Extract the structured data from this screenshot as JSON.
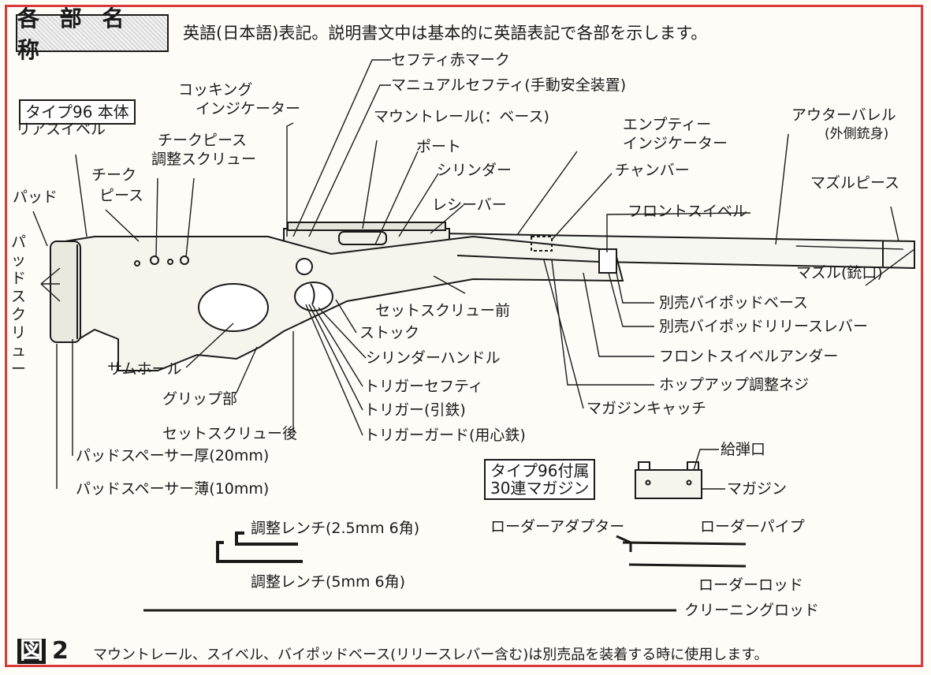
{
  "header": {
    "title": "各 部 名 称",
    "subtitle": "英語(日本語)表記。説明書文中は基本的に英語表記で各部を示します。"
  },
  "section_labels": {
    "body": "タイプ96 本体",
    "magazine_box_line1": "タイプ96付属",
    "magazine_box_line2": "30連マガジン"
  },
  "parts": {
    "safety_red_mark": "セフティ赤マーク",
    "manual_safety": "マニュアルセフティ(手動安全装置)",
    "cocking_indicator_1": "コッキング",
    "cocking_indicator_2": "インジケーター",
    "mount_rail": "マウントレール(：ベース)",
    "empty_indicator_1": "エンプティー",
    "empty_indicator_2": "インジケーター",
    "outer_barrel_1": "アウターバレル",
    "outer_barrel_2": "(外側銃身)",
    "port": "ポート",
    "cylinder": "シリンダー",
    "chamber": "チャンバー",
    "muzzle_piece": "マズルピース",
    "receiver": "レシーバー",
    "front_swivel": "フロントスイベル",
    "rear_swivel": "リアスイベル",
    "cheek_screw_1": "チークピース",
    "cheek_screw_2": "調整スクリュー",
    "cheek_piece_1": "チーク",
    "cheek_piece_2": "ピース",
    "pad": "パッド",
    "pad_screw": "パッドスクリュー",
    "muzzle": "マズル(銃口)",
    "set_screw_front": "セットスクリュー前",
    "stock": "ストック",
    "cylinder_handle": "シリンダーハンドル",
    "thumb_hole": "サムホール",
    "trigger_safety": "トリガーセフティ",
    "grip": "グリップ部",
    "trigger": "トリガー(引鉄)",
    "set_screw_rear": "セットスクリュー後",
    "trigger_guard": "トリガーガード(用心鉄)",
    "bipod_base": "別売バイポッドベース",
    "bipod_release": "別売バイポッドリリースレバー",
    "front_swivel_under": "フロントスイベルアンダー",
    "hopup_screw": "ホップアップ調整ネジ",
    "magazine_catch": "マガジンキャッチ",
    "pad_spacer_thick": "パッドスペーサー厚(20mm)",
    "pad_spacer_thin": "パッドスペーサー薄(10mm)",
    "feed_port": "給弾口",
    "magazine": "マガジン",
    "wrench_small": "調整レンチ(2.5mm 6角)",
    "wrench_large": "調整レンチ(5mm 6角)",
    "loader_adapter": "ローダーアダプター",
    "loader_pipe": "ローダーパイプ",
    "loader_rod": "ローダーロッド",
    "cleaning_rod": "クリーニングロッド"
  },
  "footer": {
    "fig_word": "図",
    "fig_number": "2",
    "caption": "マウントレール、スイベル、バイポッドベース(リリースレバー含む)は別売品を装着する時に使用します。"
  },
  "colors": {
    "frame": "#d83a3a",
    "ink": "#1a1a1a",
    "paper": "#fdfcf7"
  }
}
